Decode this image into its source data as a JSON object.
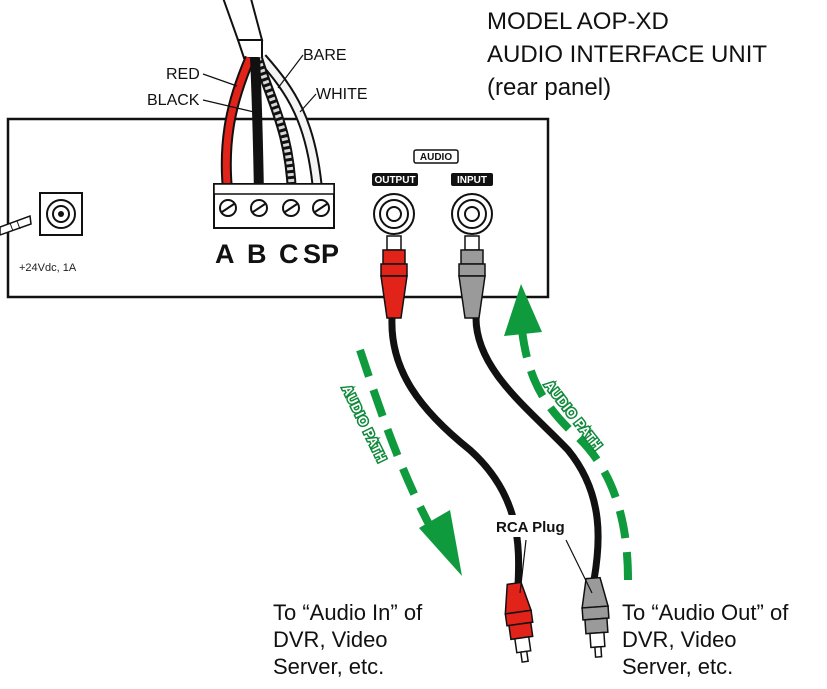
{
  "title": {
    "line1": "MODEL AOP-XD",
    "line2": "AUDIO INTERFACE UNIT",
    "line3": "(rear panel)"
  },
  "wires": {
    "red": "RED",
    "black": "BLACK",
    "bare": "BARE",
    "white": "WHITE"
  },
  "terminals": {
    "a": "A",
    "b": "B",
    "c": "C",
    "sp": "SP"
  },
  "audio_group_label": "AUDIO",
  "output_label": "OUTPUT",
  "input_label": "INPUT",
  "power_label": "+24Vdc, 1A",
  "audio_path_left": "AUDIO PATH",
  "audio_path_right": "AUDIO PATH",
  "rca_plug_label": "RCA Plug",
  "dest_left": {
    "line1": "To “Audio In” of",
    "line2": "DVR,  Video",
    "line3": "Server, etc."
  },
  "dest_right": {
    "line1": "To “Audio Out” of",
    "line2": "DVR,  Video",
    "line3": "Server, etc."
  },
  "colors": {
    "red_wire": "#e2231a",
    "black_wire": "#111111",
    "white_wire": "#f2f2f2",
    "gray_plug": "#9a9a9a",
    "arrow_green": "#0f9a3e",
    "panel_stroke": "#111111"
  }
}
